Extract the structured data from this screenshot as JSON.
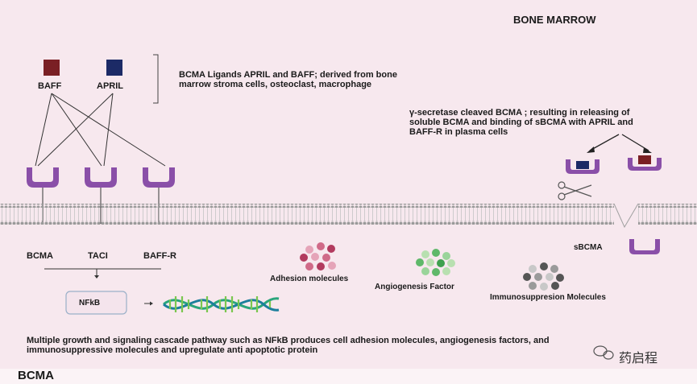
{
  "header": {
    "title": "BONE MARROW"
  },
  "ligands": {
    "baff_label": "BAFF",
    "april_label": "APRIL",
    "baff_color": "#7a1f24",
    "april_color": "#1c2a66",
    "description_line1": "BCMA Ligands APRIL and BAFF; derived from bone",
    "description_line2": "marrow stroma cells, osteoclast, macrophage"
  },
  "secretase": {
    "line1": "γ-secretase  cleaved BCMA ; resulting in releasing of",
    "line2": "soluble BCMA and binding of sBCMA with APRIL and",
    "line3": "BAFF-R in plasma cells"
  },
  "receptors": {
    "bcma": "BCMA",
    "taci": "TACI",
    "baffr": "BAFF-R",
    "sbcma": "sBCMA",
    "color": "#8a4fa8"
  },
  "pathway": {
    "nfkb": "NFkB"
  },
  "molecules": {
    "adhesion": "Adhesion molecules",
    "angiogenesis": "Angiogenesis Factor",
    "immunosuppression": "Immunosuppresion Molecules"
  },
  "footer": {
    "line1": "Multiple growth and signaling cascade pathway such as NFkB  produces  cell adhesion molecules, angiogenesis factors, and",
    "line2": "immunosuppressive molecules and upregulate anti apoptotic protein",
    "caption": "BCMA",
    "watermark": "药启程"
  }
}
